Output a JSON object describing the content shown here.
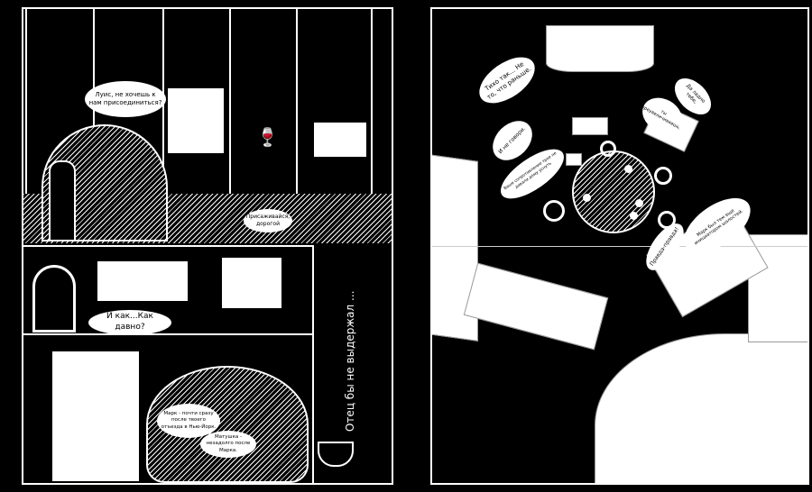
{
  "left_page": {
    "bubble_invite": "Луис, не хочешь к нам присоединиться?",
    "bubble_sit": "Присаживайся, дорогой",
    "bubble_how_long": "И как...Как давно?",
    "caption_father": "Отец бы не выдержал ...",
    "bubble_mark": "Марк - почти сразу после твоего отъезда в Нью-Йорк.",
    "bubble_mother": "Матушка - незадолго после Марка."
  },
  "right_page": {
    "bubble_quiet": "Тихо так... Не то, что раньше.",
    "bubble_exaggerate_a": "ты преувеличиваешь.",
    "bubble_exaggerate_b": "Да ладно тебе,",
    "bubble_dont_say_a": "И не говори.",
    "bubble_dont_say_b": "Ваше сопротивление трое не давали дому уснуть",
    "bubble_true": "Правда-правда!",
    "bubble_mark_pranks": "Марк был тем еще инициатором шалостей."
  }
}
